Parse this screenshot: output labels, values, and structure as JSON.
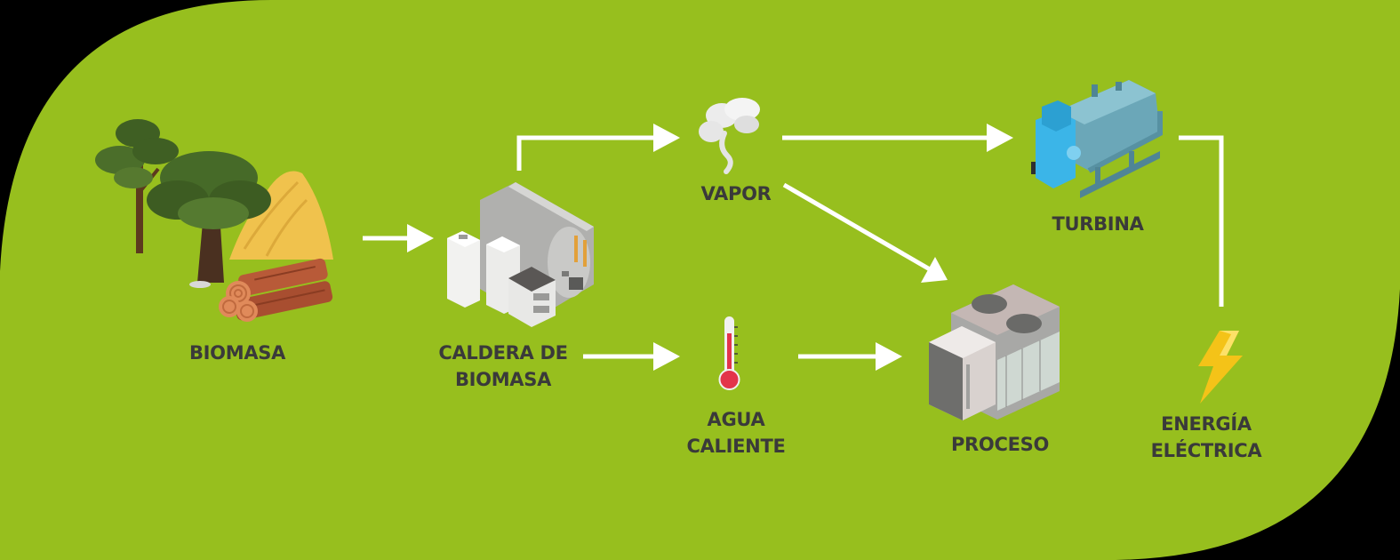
{
  "diagram": {
    "colors": {
      "background": "#97bf1e",
      "arrows": "#ffffff",
      "text": "#3a3a3a"
    },
    "nodes": {
      "biomasa": {
        "label": "BIOMASA",
        "icon": "biomass-trees-logs-icon"
      },
      "caldera": {
        "label_line1": "CALDERA DE",
        "label_line2": "BIOMASA",
        "icon": "boiler-icon"
      },
      "vapor": {
        "label": "VAPOR",
        "icon": "steam-cloud-icon"
      },
      "agua": {
        "label_line1": "AGUA",
        "label_line2": "CALIENTE",
        "icon": "thermometer-icon"
      },
      "turbina": {
        "label": "TURBINA",
        "icon": "turbine-icon"
      },
      "proceso": {
        "label": "PROCESO",
        "icon": "industrial-process-icon"
      },
      "energia": {
        "label_line1": "ENERGÍA",
        "label_line2": "ELÉCTRICA",
        "icon": "lightning-bolt-icon"
      }
    },
    "edges": [
      {
        "from": "biomasa",
        "to": "caldera"
      },
      {
        "from": "caldera",
        "to": "vapor"
      },
      {
        "from": "caldera",
        "to": "agua"
      },
      {
        "from": "vapor",
        "to": "turbina"
      },
      {
        "from": "vapor",
        "to": "proceso"
      },
      {
        "from": "agua",
        "to": "proceso"
      },
      {
        "from": "turbina",
        "to": "energia"
      }
    ]
  }
}
